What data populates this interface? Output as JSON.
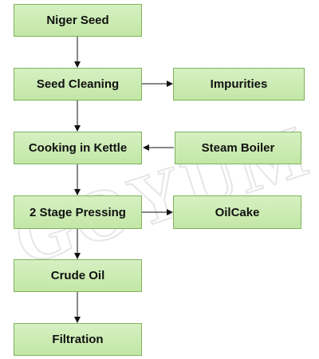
{
  "steps": {
    "niger_seed": "Niger Seed",
    "seed_cleaning": "Seed Cleaning",
    "cooking": "Cooking in Kettle",
    "pressing": "2 Stage Pressing",
    "crude_oil": "Crude Oil",
    "filtration": "Filtration"
  },
  "side": {
    "impurities": "Impurities",
    "steam_boiler": "Steam Boiler",
    "oilcake": "OilCake"
  },
  "watermark": "GOYUM",
  "colors": {
    "box_fill_top": "#d6f0c2",
    "box_fill_bottom": "#c2e7a6",
    "box_border": "#7fb25a",
    "arrow": "#111111"
  }
}
